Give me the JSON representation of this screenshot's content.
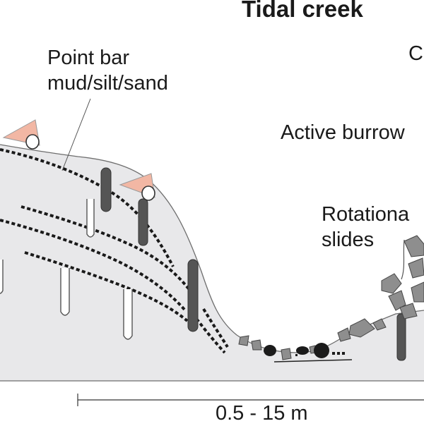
{
  "title": "Tidal creek",
  "labels": {
    "point_bar_line1": "Point bar",
    "point_bar_line2": "mud/silt/sand",
    "right_edge_letter": "C",
    "active_burrow": "Active burrow",
    "rotational_line1": "Rotationa",
    "rotational_line2": "slides",
    "scale": "0.5 - 15 m"
  },
  "colors": {
    "bank_fill": "#e8e8ea",
    "outline": "#6e6e6e",
    "dark_burrow": "#555555",
    "crab_fill": "#f2b7a4",
    "clast_fill": "#8e8e8e",
    "pebble_fill": "#1b1b1b"
  }
}
